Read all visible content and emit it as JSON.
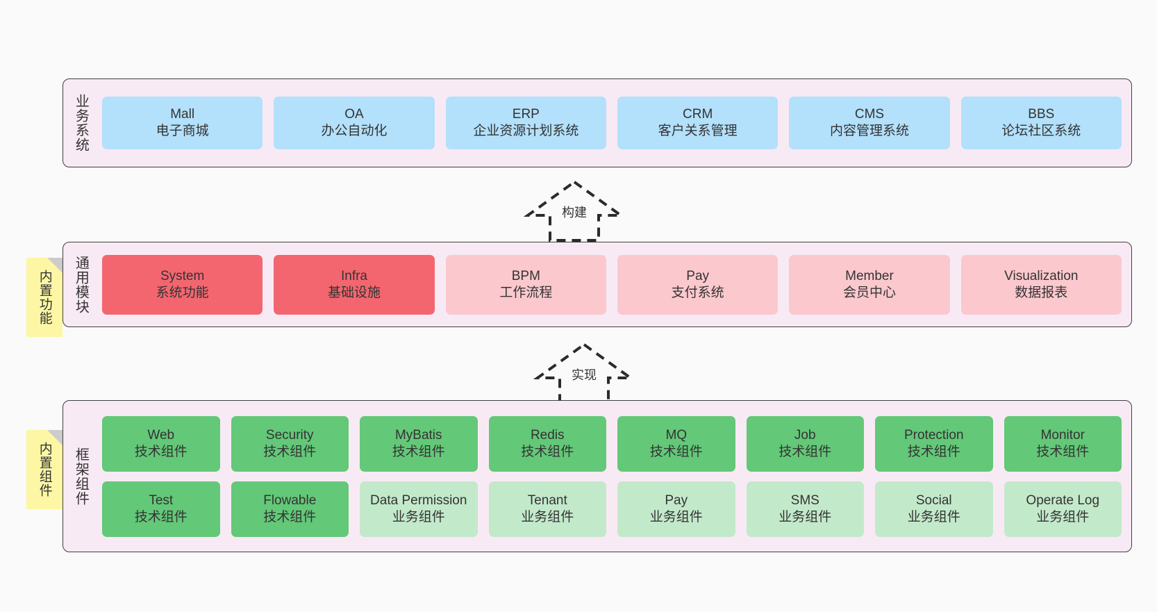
{
  "diagram": {
    "background": "#fafafa",
    "panel_fill": "#f8eaf4",
    "panel_border": "#3d3d3d",
    "note_fill": "#fdf7a5",
    "note_fold": "#cccccc",
    "colors": {
      "business": "#b3e0fb",
      "module_primary": "#f4666f",
      "module_secondary": "#fbc8ce",
      "component_tech": "#63c878",
      "component_business": "#c3e9cb"
    }
  },
  "layers": [
    {
      "id": "business-system",
      "title": "业务系统",
      "rows": [
        {
          "nodes": [
            {
              "name": "Mall",
              "sub": "电子商城",
              "style": "n-blue"
            },
            {
              "name": "OA",
              "sub": "办公自动化",
              "style": "n-blue"
            },
            {
              "name": "ERP",
              "sub": "企业资源计划系统",
              "style": "n-blue"
            },
            {
              "name": "CRM",
              "sub": "客户关系管理",
              "style": "n-blue"
            },
            {
              "name": "CMS",
              "sub": "内容管理系统",
              "style": "n-blue"
            },
            {
              "name": "BBS",
              "sub": "论坛社区系统",
              "style": "n-blue"
            }
          ]
        }
      ]
    },
    {
      "id": "common-module",
      "title": "通用模块",
      "note": "内置功能",
      "rows": [
        {
          "nodes": [
            {
              "name": "System",
              "sub": "系统功能",
              "style": "n-red"
            },
            {
              "name": "Infra",
              "sub": "基础设施",
              "style": "n-red"
            },
            {
              "name": "BPM",
              "sub": "工作流程",
              "style": "n-pink"
            },
            {
              "name": "Pay",
              "sub": "支付系统",
              "style": "n-pink"
            },
            {
              "name": "Member",
              "sub": "会员中心",
              "style": "n-pink"
            },
            {
              "name": "Visualization",
              "sub": "数据报表",
              "style": "n-pink"
            }
          ]
        }
      ]
    },
    {
      "id": "framework-component",
      "title": "框架组件",
      "note": "内置组件",
      "rows": [
        {
          "nodes": [
            {
              "name": "Web",
              "sub": "技术组件",
              "style": "n-green"
            },
            {
              "name": "Security",
              "sub": "技术组件",
              "style": "n-green"
            },
            {
              "name": "MyBatis",
              "sub": "技术组件",
              "style": "n-green"
            },
            {
              "name": "Redis",
              "sub": "技术组件",
              "style": "n-green"
            },
            {
              "name": "MQ",
              "sub": "技术组件",
              "style": "n-green"
            },
            {
              "name": "Job",
              "sub": "技术组件",
              "style": "n-green"
            },
            {
              "name": "Protection",
              "sub": "技术组件",
              "style": "n-green"
            },
            {
              "name": "Monitor",
              "sub": "技术组件",
              "style": "n-green"
            }
          ]
        },
        {
          "nodes": [
            {
              "name": "Test",
              "sub": "技术组件",
              "style": "n-green"
            },
            {
              "name": "Flowable",
              "sub": "技术组件",
              "style": "n-green"
            },
            {
              "name": "Data Permission",
              "sub": "业务组件",
              "style": "n-lightgreen"
            },
            {
              "name": "Tenant",
              "sub": "业务组件",
              "style": "n-lightgreen"
            },
            {
              "name": "Pay",
              "sub": "业务组件",
              "style": "n-lightgreen"
            },
            {
              "name": "SMS",
              "sub": "业务组件",
              "style": "n-lightgreen"
            },
            {
              "name": "Social",
              "sub": "业务组件",
              "style": "n-lightgreen"
            },
            {
              "name": "Operate Log",
              "sub": "业务组件",
              "style": "n-lightgreen"
            }
          ]
        }
      ]
    }
  ],
  "connectors": [
    {
      "id": "build",
      "label": "构建"
    },
    {
      "id": "implement",
      "label": "实现"
    }
  ]
}
